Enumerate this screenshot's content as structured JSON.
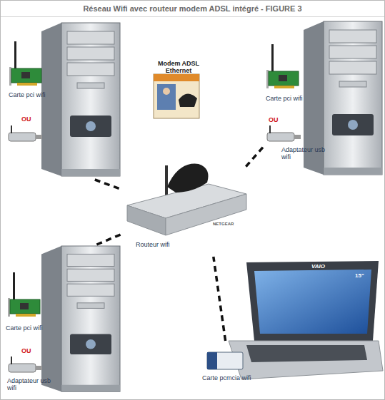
{
  "diagram": {
    "title": "Réseau Wifi avec routeur modem ADSL intégré - FIGURE 3",
    "nodes": [
      {
        "text": [
          "Carte pci wifi",
          "OU"
        ]
      },
      {
        "text": [
          "Modem ADSL Ethernet"
        ]
      },
      {
        "text": [
          "Carte pci wifi",
          "OU",
          "Adaptateur usb wifi"
        ]
      },
      {
        "text": [
          "Routeur wifi"
        ]
      },
      {
        "text": [
          "Carte pci wifi",
          "OU",
          "Adaptateur usb wifi"
        ]
      },
      {
        "text": [
          "Carte pcmcia wifi"
        ]
      }
    ],
    "edges": [
      {
        "from": 0,
        "to": 3,
        "arrow": "none"
      },
      {
        "from": 2,
        "to": 3,
        "arrow": "none"
      },
      {
        "from": 4,
        "to": 3,
        "arrow": "none"
      },
      {
        "from": 5,
        "to": 3,
        "arrow": "none"
      }
    ],
    "labels": [
      "NETGEAR",
      "VAIO",
      "15\""
    ]
  }
}
